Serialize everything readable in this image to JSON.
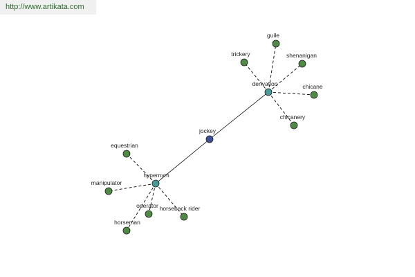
{
  "header": {
    "url": "http://www.artikata.com"
  },
  "colors": {
    "center": "#3f4f96",
    "hub": "#4a9a98",
    "leaf": "#4f8b45"
  },
  "graph": {
    "center": {
      "label": "jockey"
    },
    "hubs": [
      {
        "key": "derivation",
        "label": "derivation",
        "leaves": [
          "guile",
          "trickery",
          "shenanigan",
          "chicane",
          "chicanery"
        ]
      },
      {
        "key": "hypernym",
        "label": "hypernym",
        "leaves": [
          "equestrian",
          "manipulator",
          "operator",
          "horseman",
          "horseback rider"
        ]
      }
    ]
  }
}
